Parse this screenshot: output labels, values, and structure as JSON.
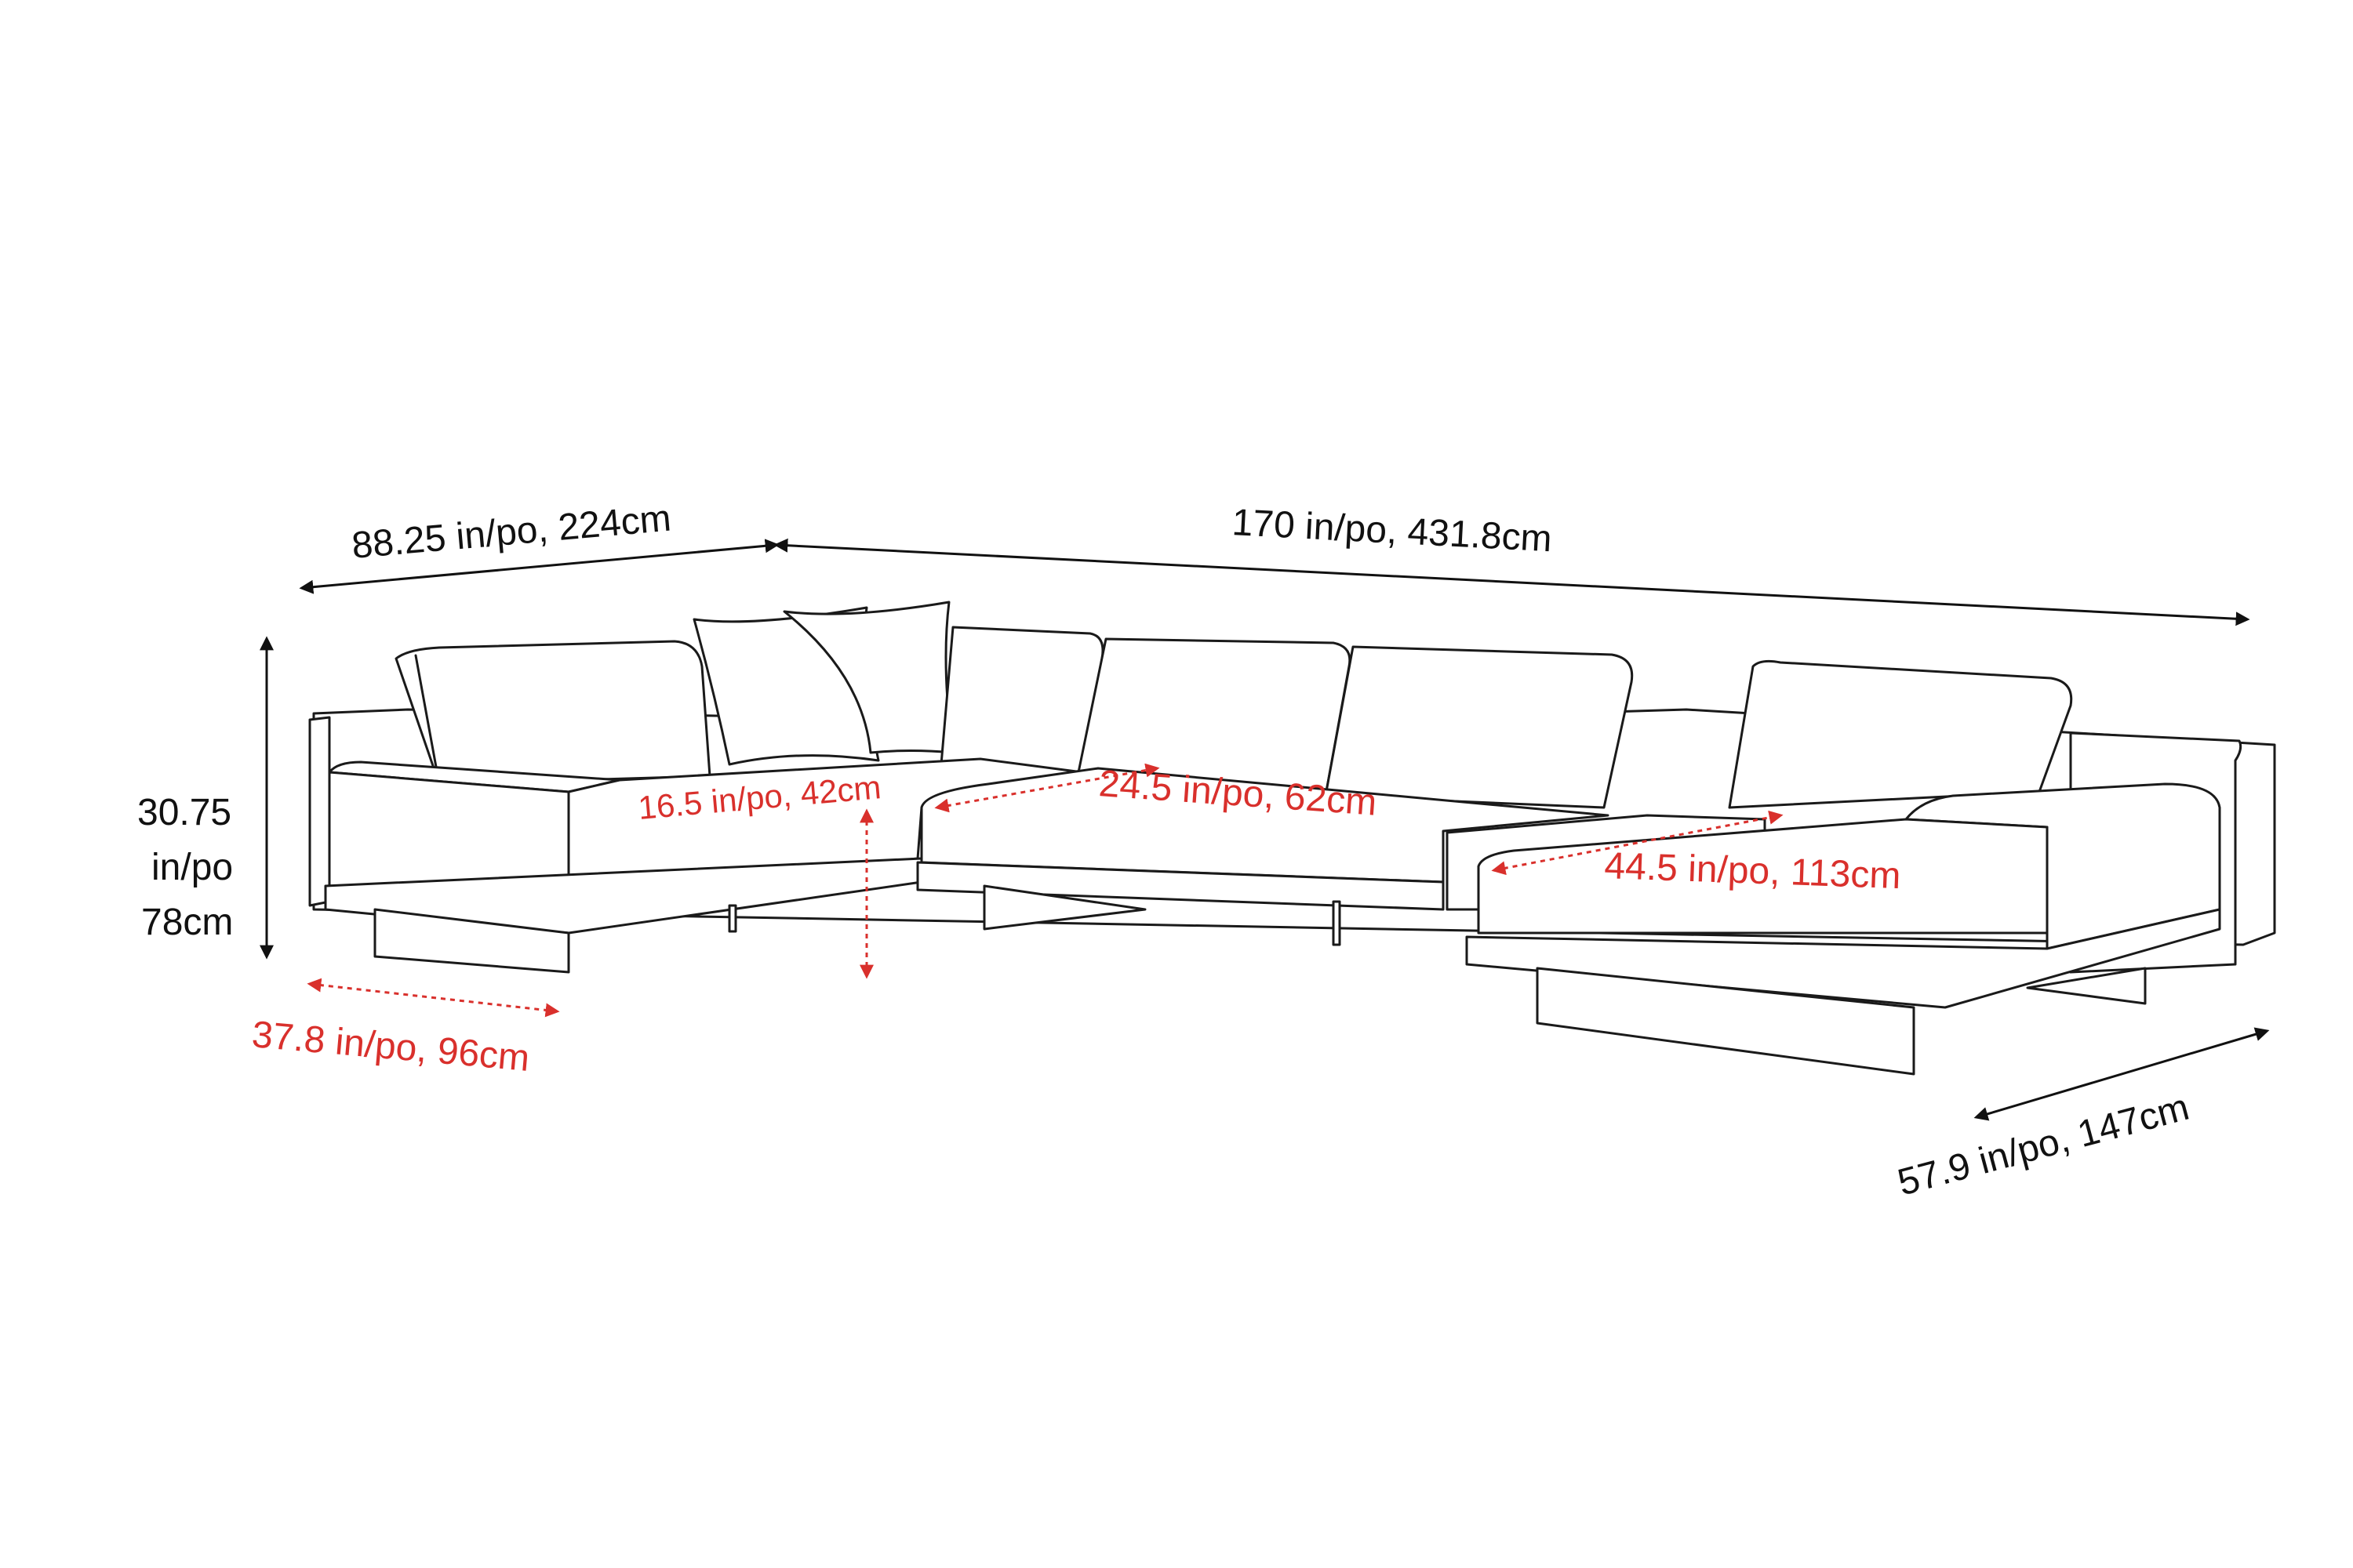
{
  "dimensions": {
    "left_width": "88.25 in/po, 224cm",
    "total_width": "170 in/po, 431.8cm",
    "height_line1": "30.75",
    "height_line2": "in/po",
    "height_line3": "78cm",
    "arm_depth": "37.8 in/po, 96cm",
    "chaise_depth": "57.9 in/po, 147cm",
    "seat_height": "16.5 in/po, 42cm",
    "seat_depth": "24.5 in/po, 62cm",
    "chaise_seat_length": "44.5 in/po, 113cm"
  },
  "colors": {
    "outline": "#1a1a1a",
    "dimension_black": "#111111",
    "dimension_red": "#d9302c"
  }
}
